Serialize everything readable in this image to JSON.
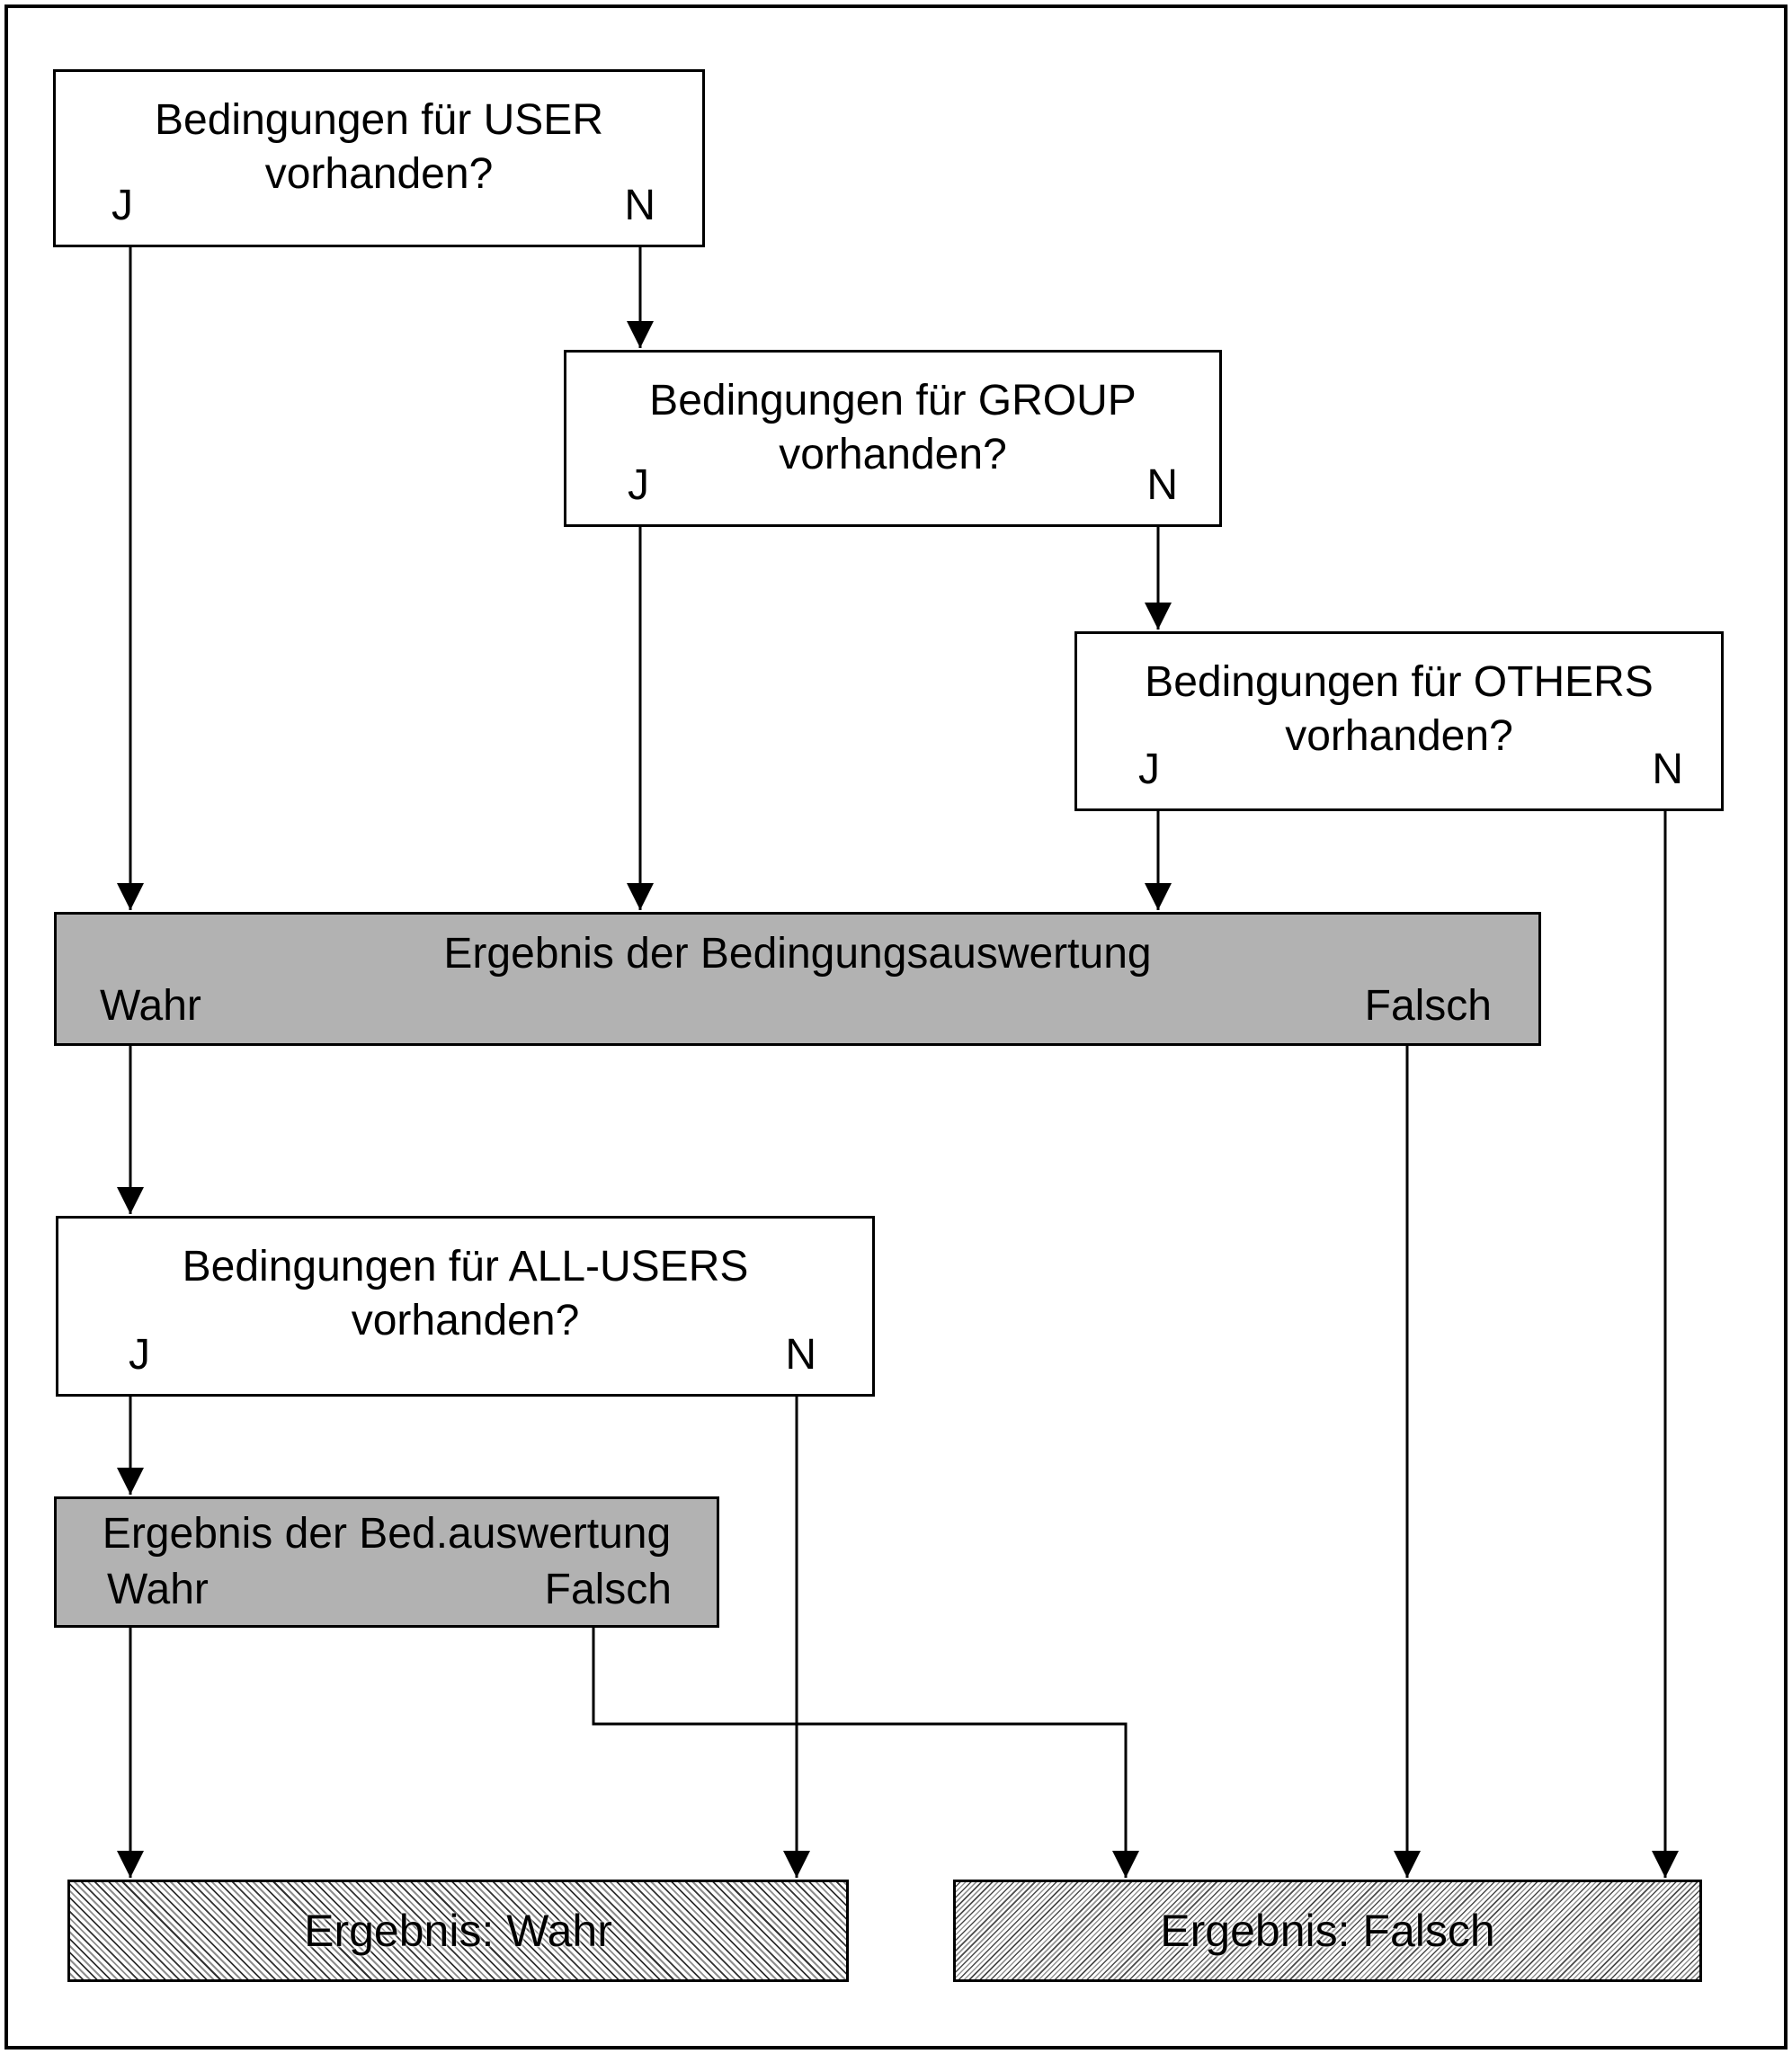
{
  "diagram": {
    "colors": {
      "background": "#ffffff",
      "line": "#000000",
      "result_bar_fill": "#b2b2b2"
    },
    "nodes": {
      "user": {
        "line1": "Bedingungen für USER",
        "line2": "vorhanden?",
        "yes": "J",
        "no": "N"
      },
      "group": {
        "line1": "Bedingungen für GROUP",
        "line2": "vorhanden?",
        "yes": "J",
        "no": "N"
      },
      "others": {
        "line1": "Bedingungen für OTHERS",
        "line2": "vorhanden?",
        "yes": "J",
        "no": "N"
      },
      "all_users": {
        "line1": "Bedingungen für ALL-USERS",
        "line2": "vorhanden?",
        "yes": "J",
        "no": "N"
      },
      "result_bar": {
        "title": "Ergebnis der Bedingungsauswertung",
        "true_label": "Wahr",
        "false_label": "Falsch"
      },
      "result_bar_small": {
        "title": "Ergebnis der Bed.auswertung",
        "true_label": "Wahr",
        "false_label": "Falsch"
      },
      "final_true": {
        "label": "Ergebnis: Wahr"
      },
      "final_false": {
        "label": "Ergebnis: Falsch"
      }
    }
  }
}
